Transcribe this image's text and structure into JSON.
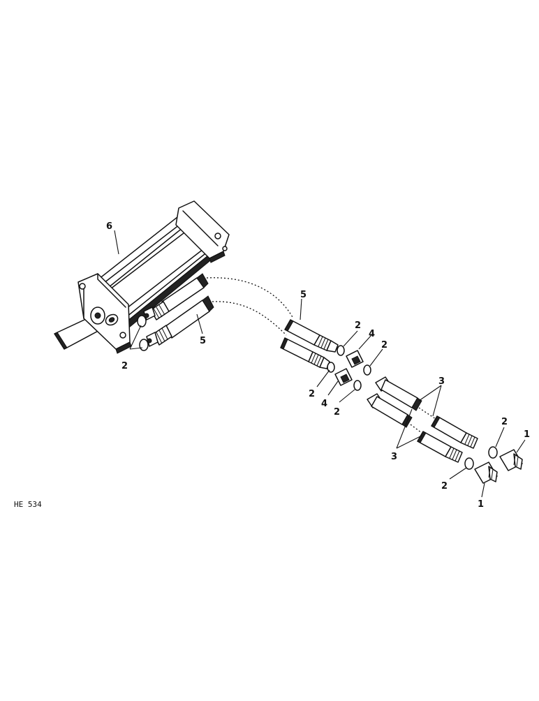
{
  "figure_code": "HE 534",
  "callouts": {
    "c6": "6",
    "c5_left": "5",
    "c5_mid": "5",
    "c2_left": "2",
    "c2_a": "2",
    "c2_b": "2",
    "c2_c": "2",
    "c2_d": "2",
    "c2_e": "2",
    "c2_f": "2",
    "c4_top": "4",
    "c4_bottom": "4",
    "c3_top": "3",
    "c3_bottom": "3",
    "c1_top": "1",
    "c1_bottom": "1"
  }
}
